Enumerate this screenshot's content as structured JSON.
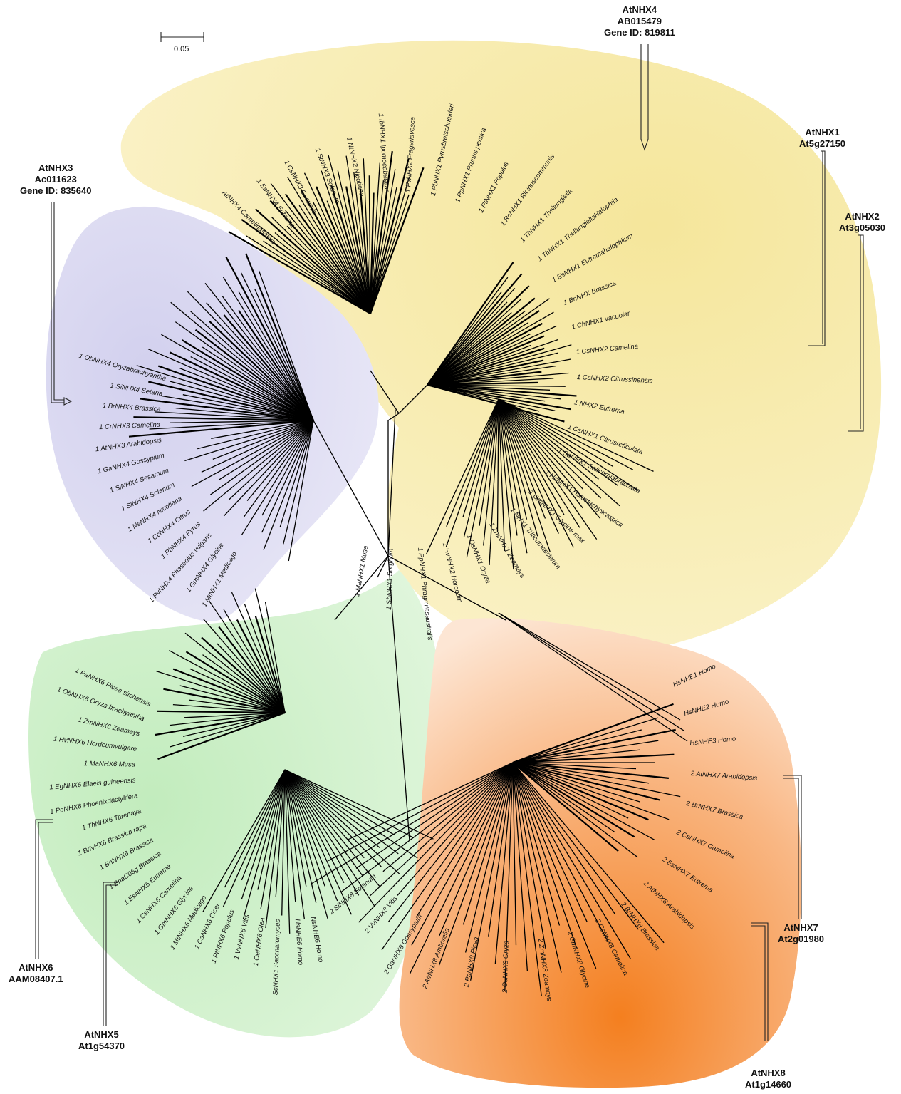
{
  "figure": {
    "scale_bar_label": "0.05",
    "colors": {
      "yellow_clade": "#f7efb6",
      "purple_clade": "#dcdaf1",
      "green_clade": "#cdefc8",
      "orange_clade": "#f7a35a",
      "orange_clade_light": "#fde3cf"
    }
  },
  "callouts": {
    "atnhx4": {
      "name": "AtNHX4",
      "acc": "AB015479",
      "gene": "Gene ID: 819811"
    },
    "atnhx1": {
      "name": "AtNHX1",
      "acc": "At5g27150"
    },
    "atnhx2": {
      "name": "AtNHX2",
      "acc": "At3g05030"
    },
    "atnhx3": {
      "name": "AtNHX3",
      "acc": "Ac011623",
      "gene": "Gene ID: 835640"
    },
    "atnhx6": {
      "name": "AtNHX6",
      "acc": "AAM08407.1"
    },
    "atnhx5": {
      "name": "AtNHX5",
      "acc": "At1g54370"
    },
    "atnhx7": {
      "name": "AtNHX7",
      "acc": "At2g01980"
    },
    "atnhx8": {
      "name": "AtNHX8",
      "acc": "At1g14660"
    }
  },
  "leaves": {
    "yellow": [
      "AtNHX4 Camelinasativa",
      "1 EsNHX4 Eutrema",
      "1 CsNHX3 Cucumis",
      "1 StNHX3 Solanum",
      "1 NtNHX2 Nicotiana",
      "1 IbNHX1 Ipomoeabatatas",
      "1 FvNHX2 Fragariavesca",
      "1 PbNHX1 Pyrusbretschneideri",
      "1 PpNHX1 Prunus persica",
      "1 PtNHX1 Populus",
      "1 RcNHX1 Ricinuscommunis",
      "1 ThNHX1 Thellungiella",
      "1 ThNHX1 ThellungiellaHalophila",
      "1 EsNHX1 Eutremahalophilum",
      "1 BnNHX Brassica",
      "1 ChNHX1 vacuolar",
      "1 CsNHX2 Camelina",
      "1 CsNHX2 Citrussinensis",
      "1 NHX2 Eutrema",
      "1 CsNHX1 Citrusreticulata",
      "1 SaNHX1 Salicorniabrachiata",
      "1 HcNHX1 Halostachyscaspica",
      "1 GmNHX1 Glycine max",
      "1 NHX1 Triticumaestivum",
      "1 ZmNHX1 Zeamays",
      "1 OsNHX1 Oryza",
      "1 HvNHX2 Hordeum",
      "1 PpNHX1 Phragmitesaustralis",
      "1 SbNHX1 Sorghum",
      "1 MaNHX1 Musa"
    ],
    "purple": [
      "1 ObNHX4 Oryzabrachyantha",
      "1 SiNHX4 Setaria",
      "1 BrNHX4 Brassica",
      "1 CrNHX3 Camelina",
      "1 AtNHX3 Arabidopsis",
      "1 GaNHX4 Gossypium",
      "1 SiNHX4 Sesamum",
      "1 SlNHX4 Solanum",
      "1 NsNHX4 Nicotiana",
      "1 CcNHX4 Citrus",
      "1 PbNHX4 Pyrus",
      "1 PvNHX4 Phaseolus vulgaris",
      "1 GmNHX4 Glycine",
      "1 MtNHX1 Medicago"
    ],
    "green": [
      "1 PaNHX6 Picea sitchensis",
      "1 ObNHX6 Oryza brachyantha",
      "1 ZmNHX6 Zeamays",
      "1 HvNHX6 Hordeumvulgare",
      "1 MaNHX6 Musa",
      "1 EgNHX6 Elaeis guineensis",
      "1 PdNHX6 Phoenixdactylifera",
      "1 ThNHX6 Tarenaya",
      "1 BrNHX6 Brassica rapa",
      "1 BnNHX6 Brassica",
      "1 BnaC06g Brassica",
      "1 EsNHX6 Eutrema",
      "1 CsNHX6 Camelina",
      "1 GmNHX6 Glycine",
      "1 MtNHX6 Medicago",
      "1 CaNHX6 Cicer",
      "1 PtNHX6 Populus",
      "1 VvNHX6 Vitis",
      "1 OeNHX6 Olea",
      "ScNHX1 Saccharomyces",
      "HsNHE6 Homo",
      "NsNHE6 Homo"
    ],
    "orange": [
      "HsNHE1 Homo",
      "HsNHE2 Homo",
      "HsNHE3 Homo",
      "2 AtNHX7 Arabidopsis",
      "2 BrNHX7 Brassica",
      "2 CsNHX7 Camelina",
      "2 EsNHX7 Eutrema",
      "2 AtNHX8 Arabidopsis",
      "2 BrNHX8 Brassica",
      "2 CsNHX8 Camelina",
      "2 GmNHX8 Glycine",
      "2 ZmNHX8 Zeamays",
      "2 OsNHX8 Oryza",
      "2 PaNHX8 Picea",
      "2 AtrNHX8 Amborella",
      "2 GaNHX8 Gossypium",
      "2 VvNHX8 Vitis",
      "2 SlNHX8 Solanum"
    ]
  }
}
